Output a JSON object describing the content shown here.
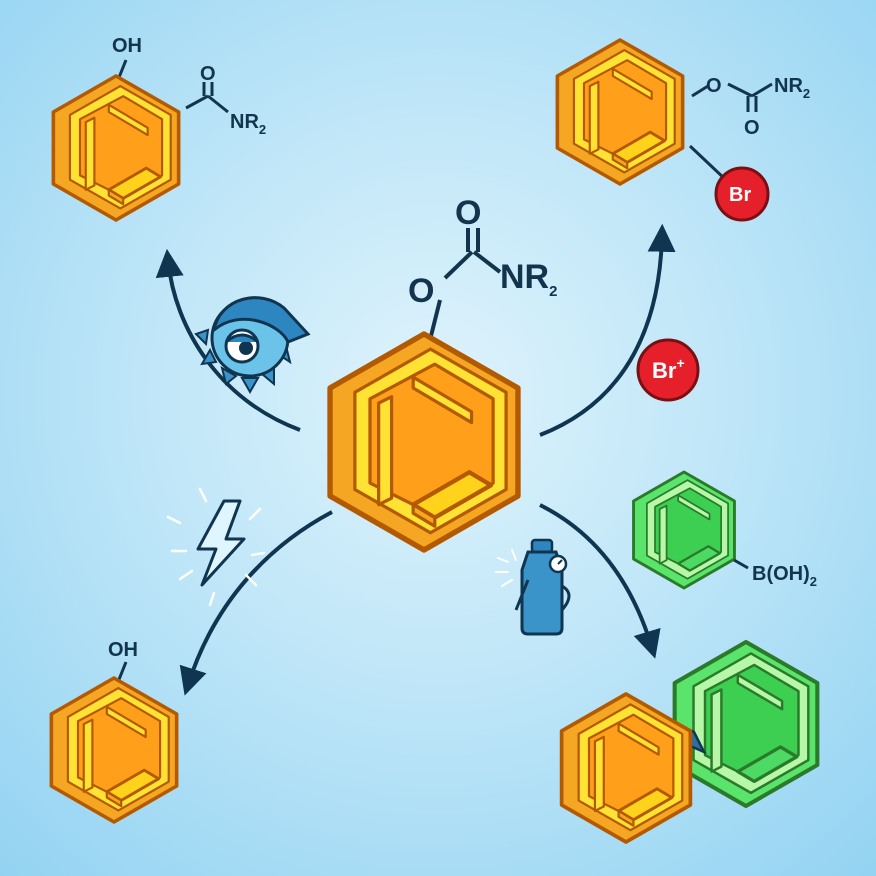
{
  "colors": {
    "bg_light": "#dff3fc",
    "bg_dark": "#93d3f2",
    "ring_orange": "#f5a623",
    "ring_outline": "#b35a00",
    "ring_inner": "#ffe234",
    "ring_green": "#4cd964",
    "ring_green_outline": "#2a7a2a",
    "bond": "#12344d",
    "arrow": "#0f3550",
    "bromine": "#e5202a",
    "tool_blue": "#3a93c9"
  },
  "labels": {
    "center_o_top": "O",
    "center_o": "O",
    "center_nr": "NR",
    "center_nr_sub": "2",
    "tl_oh": "OH",
    "tl_o": "O",
    "tl_nr": "NR",
    "tl_nr_sub": "2",
    "tr_o_link": "O",
    "tr_nr": "NR",
    "tr_nr_sub": "2",
    "tr_o": "O",
    "tr_br": "Br",
    "reagent_br": "Br",
    "reagent_br_sup": "+",
    "bl_oh": "OH",
    "boronic_b": "B(OH)",
    "boronic_sub": "2"
  },
  "icons": {
    "ortho_metalation": "saw-blade-eye-icon",
    "cleavage": "lightning-bolt-icon",
    "coupling": "spray-bottle-icon"
  }
}
